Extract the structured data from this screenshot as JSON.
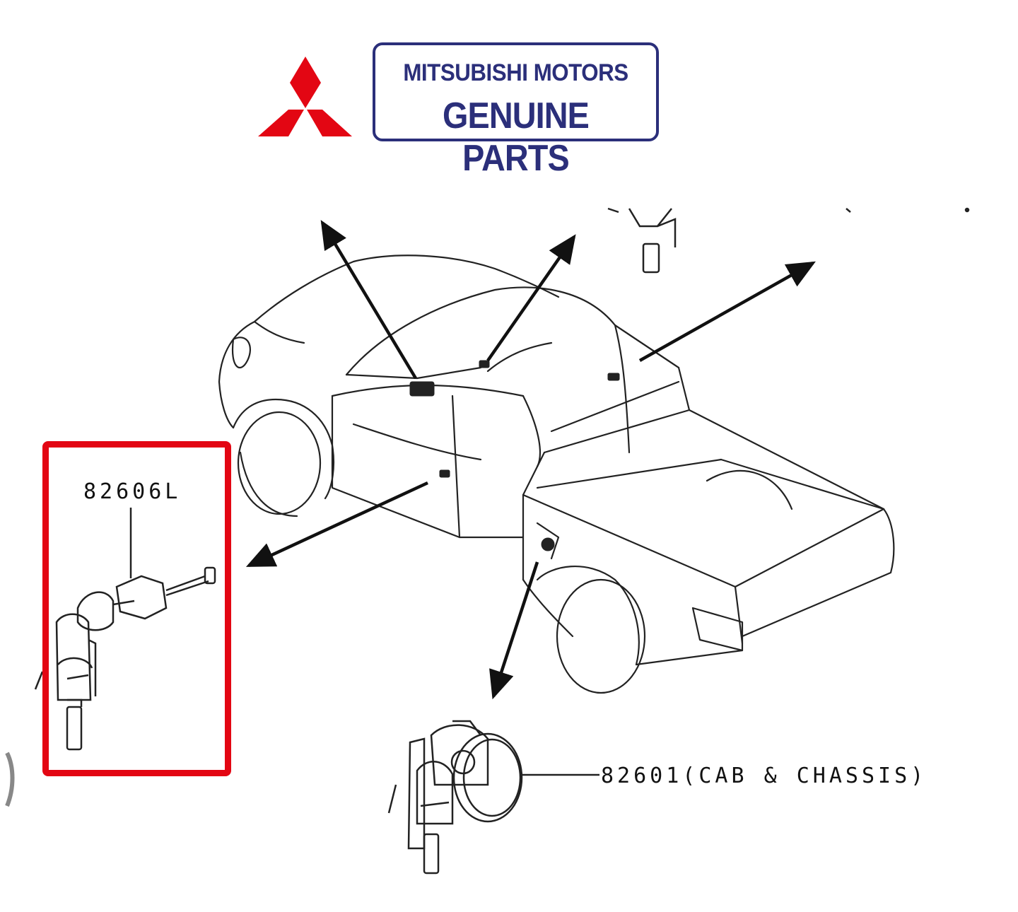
{
  "logo": {
    "line1": "MITSUBISHI MOTORS",
    "line2": "GENUINE PARTS",
    "brand_color": "#2b2f7a",
    "emblem_color": "#e30613"
  },
  "callouts": {
    "left_part": "82606L",
    "right_part": "82601(CAB & CHASSIS)"
  },
  "highlight": {
    "color": "#e30613",
    "target": "82606L"
  }
}
